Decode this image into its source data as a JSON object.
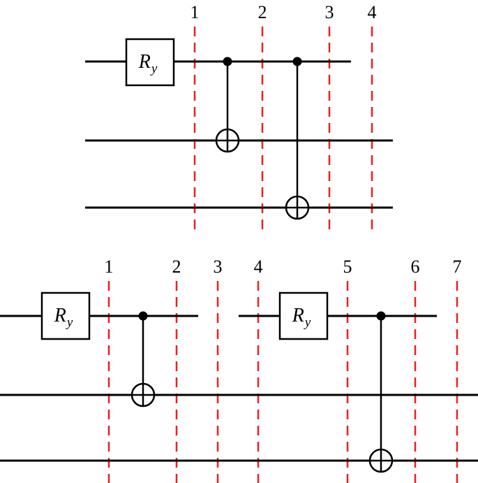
{
  "colors": {
    "wire": "#000000",
    "barrier": "#e8211f",
    "background": "#ffffff"
  },
  "top_circuit": {
    "slice_labels": [
      "1",
      "2",
      "3",
      "4"
    ],
    "gate": {
      "symbol": "R",
      "subscript": "y"
    },
    "cnots": [
      {
        "control_qubit": 0,
        "target_qubit": 1
      },
      {
        "control_qubit": 0,
        "target_qubit": 2
      }
    ]
  },
  "bottom_circuit": {
    "slice_labels": [
      "1",
      "2",
      "3",
      "4",
      "5",
      "6",
      "7"
    ],
    "gates": [
      {
        "symbol": "R",
        "subscript": "y"
      },
      {
        "symbol": "R",
        "subscript": "y"
      }
    ],
    "cnots": [
      {
        "control_qubit": 0,
        "target_qubit": 1
      },
      {
        "control_qubit": 0,
        "target_qubit": 2
      }
    ]
  }
}
